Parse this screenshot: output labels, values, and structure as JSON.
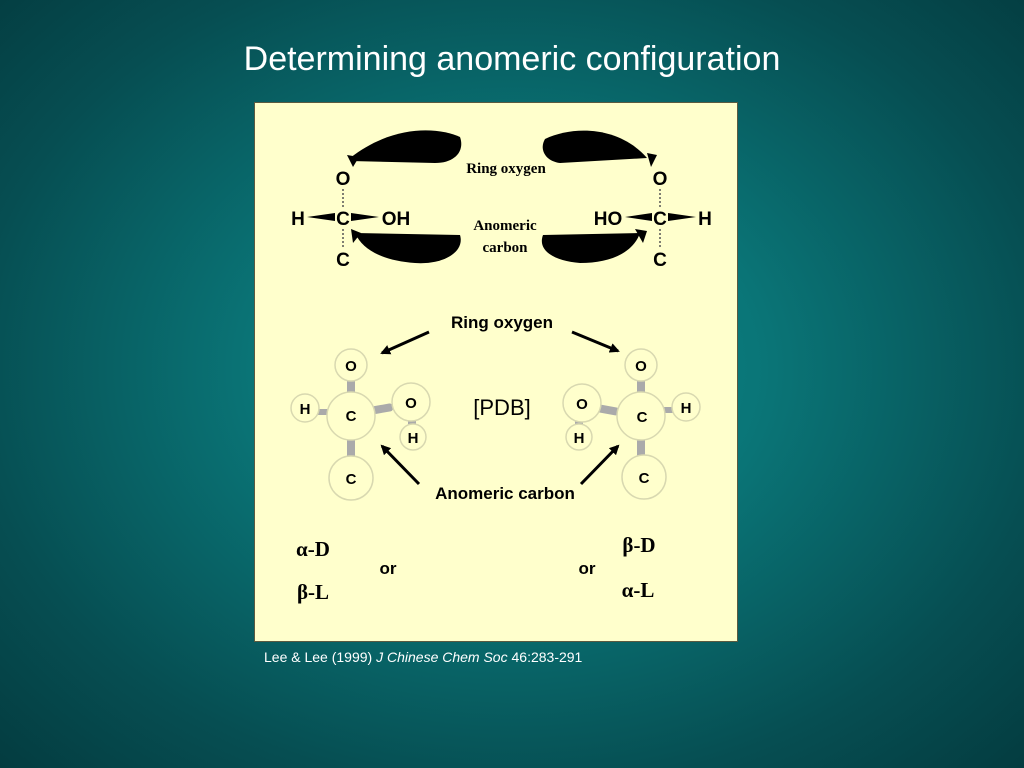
{
  "slide": {
    "title": "Determining anomeric configuration"
  },
  "schematic": {
    "ring_oxygen_label": "Ring oxygen",
    "anomeric_label_line1": "Anomeric",
    "anomeric_label_line2": "carbon",
    "left": {
      "top": "O",
      "center": "C",
      "left": "H",
      "right": "OH",
      "bottom": "C"
    },
    "right": {
      "top": "O",
      "center": "C",
      "left": "HO",
      "right": "H",
      "bottom": "C"
    }
  },
  "model": {
    "ring_oxygen_label": "Ring oxygen",
    "anomeric_carbon_label": "Anomeric carbon",
    "pdb_label": "[PDB]",
    "left": {
      "top_o": "O",
      "center_c": "C",
      "side_h": "H",
      "hydroxyl_o": "O",
      "hydroxyl_h": "H",
      "bottom_c": "C"
    },
    "right": {
      "top_o": "O",
      "center_c": "C",
      "side_h": "H",
      "hydroxyl_o": "O",
      "hydroxyl_h": "H",
      "bottom_c": "C"
    }
  },
  "configurations": {
    "left": {
      "line1": "α-D",
      "or": "or",
      "line2": "β-L"
    },
    "right": {
      "line1": "β-D",
      "or": "or",
      "line2": "α-L"
    }
  },
  "citation": {
    "authors": "Lee & Lee (1999)",
    "journal": "J Chinese Chem Soc",
    "ref": "46:283-291"
  }
}
